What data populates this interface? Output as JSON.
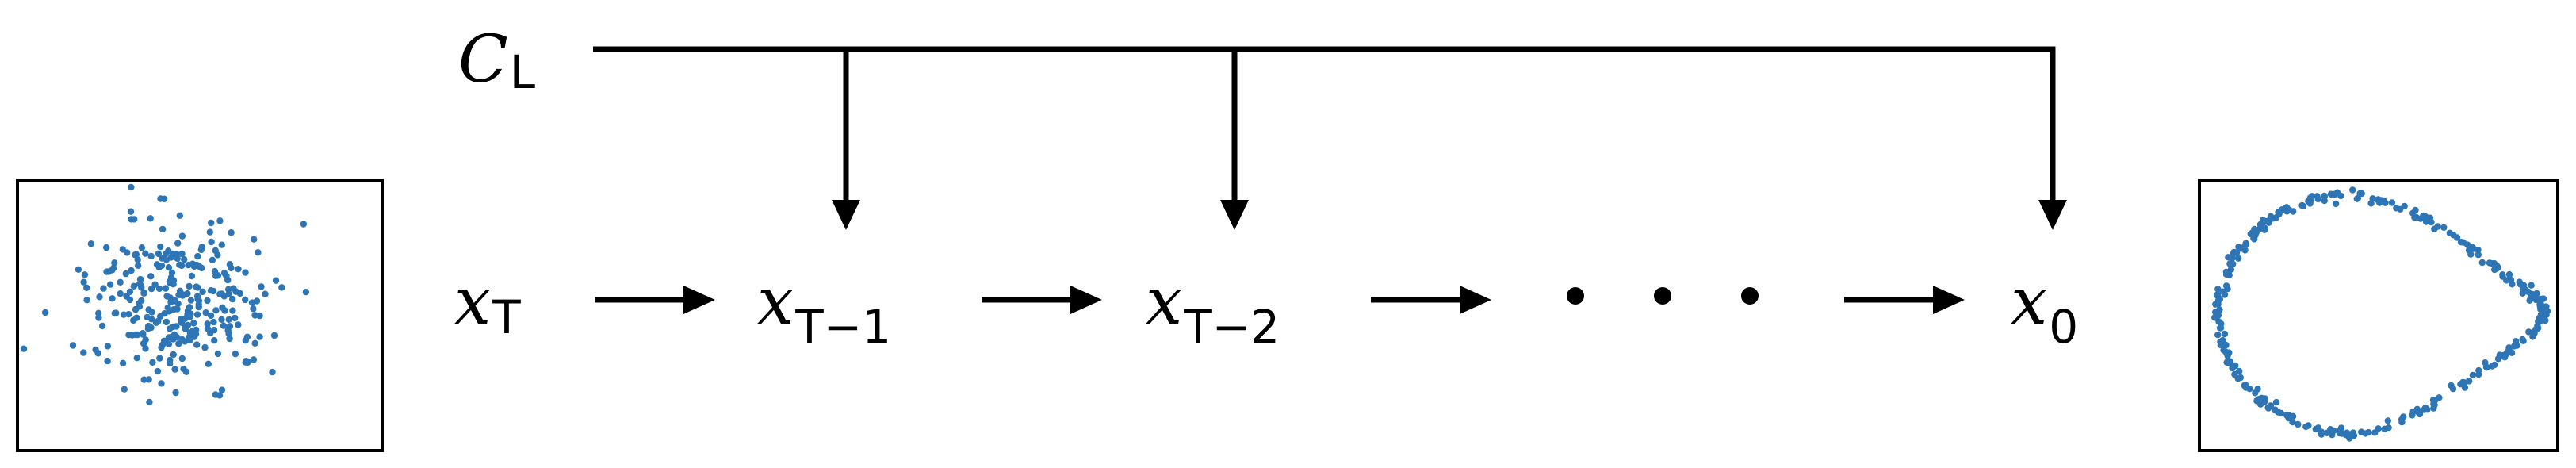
{
  "diagram": {
    "condition": {
      "main": "C",
      "sub": "L"
    },
    "states": [
      {
        "id": "xT",
        "main": "x",
        "sub": "T"
      },
      {
        "id": "xT1",
        "main": "x",
        "sub": "T−1"
      },
      {
        "id": "xT2",
        "main": "x",
        "sub": "T−2"
      },
      {
        "id": "x0",
        "main": "x",
        "sub": "0"
      }
    ],
    "ellipsis": "...",
    "point_color": "#2e75b6",
    "left_panel": {
      "content": "scattered noise point cloud"
    },
    "right_panel": {
      "content": "teardrop-shaped ring point cloud"
    }
  }
}
